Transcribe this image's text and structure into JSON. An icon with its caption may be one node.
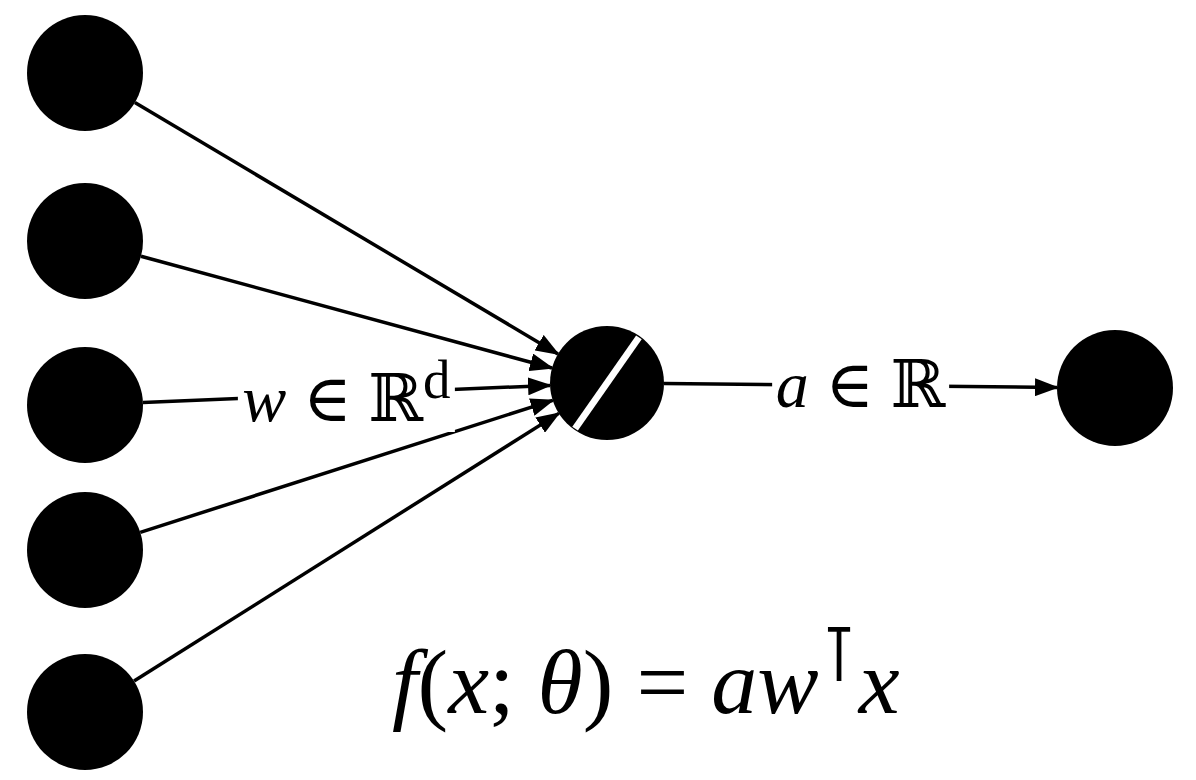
{
  "diagram": {
    "nodes": [
      {
        "text": [],
        "shape": "circle"
      },
      {
        "text": [],
        "shape": "circle"
      },
      {
        "text": [],
        "shape": "circle"
      },
      {
        "text": [],
        "shape": "circle"
      },
      {
        "text": [],
        "shape": "circle"
      },
      {
        "text": [],
        "shape": "circle"
      },
      {
        "text": [],
        "shape": "circle"
      }
    ],
    "edges": [
      {
        "from": 0,
        "to": 5,
        "arrow": "to"
      },
      {
        "from": 1,
        "to": 5,
        "arrow": "to"
      },
      {
        "from": 2,
        "to": 5,
        "arrow": "to",
        "label": "*w* ∈ ℝ$^{d}$"
      },
      {
        "from": 3,
        "to": 5,
        "arrow": "to"
      },
      {
        "from": 4,
        "to": 5,
        "arrow": "to"
      },
      {
        "from": 5,
        "to": 6,
        "arrow": "to",
        "label": "*a* ∈ ℝ"
      }
    ],
    "labels": [
      "*f*(*x*; *θ*) = *aw*$^{⊺}$*x*"
    ]
  }
}
